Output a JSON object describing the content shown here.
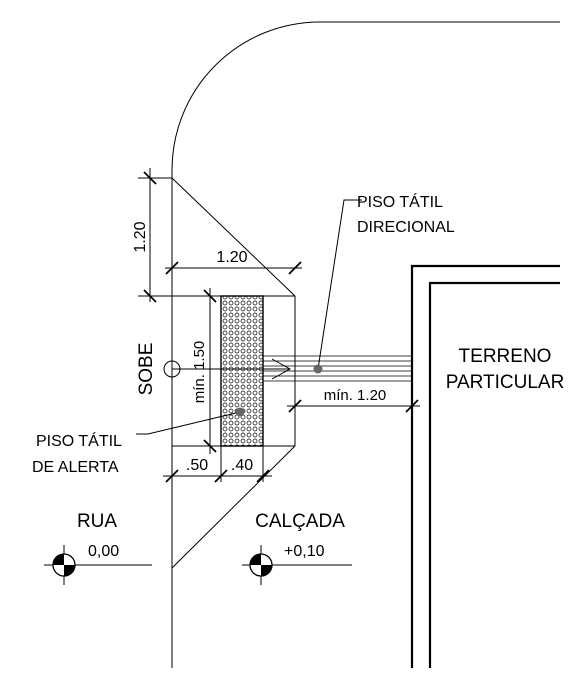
{
  "labels": {
    "sobe": "SOBE",
    "piso_tatil_direcional_1": "PISO TÁTIL",
    "piso_tatil_direcional_2": "DIRECIONAL",
    "piso_tatil_alerta_1": "PISO TÁTIL",
    "piso_tatil_alerta_2": "DE ALERTA",
    "terreno_1": "TERRENO",
    "terreno_2": "PARTICULAR",
    "rua": "RUA",
    "calcada": "CALÇADA"
  },
  "levels": {
    "rua": "0,00",
    "calcada": "+0,10"
  },
  "dimensions": {
    "ramp_length": "1.20",
    "ramp_width": "1.20",
    "ramp_min_length": "mín. 1.50",
    "path_min_width": "mín. 1.20",
    "offset_50": ".50",
    "tile_40": ".40"
  }
}
